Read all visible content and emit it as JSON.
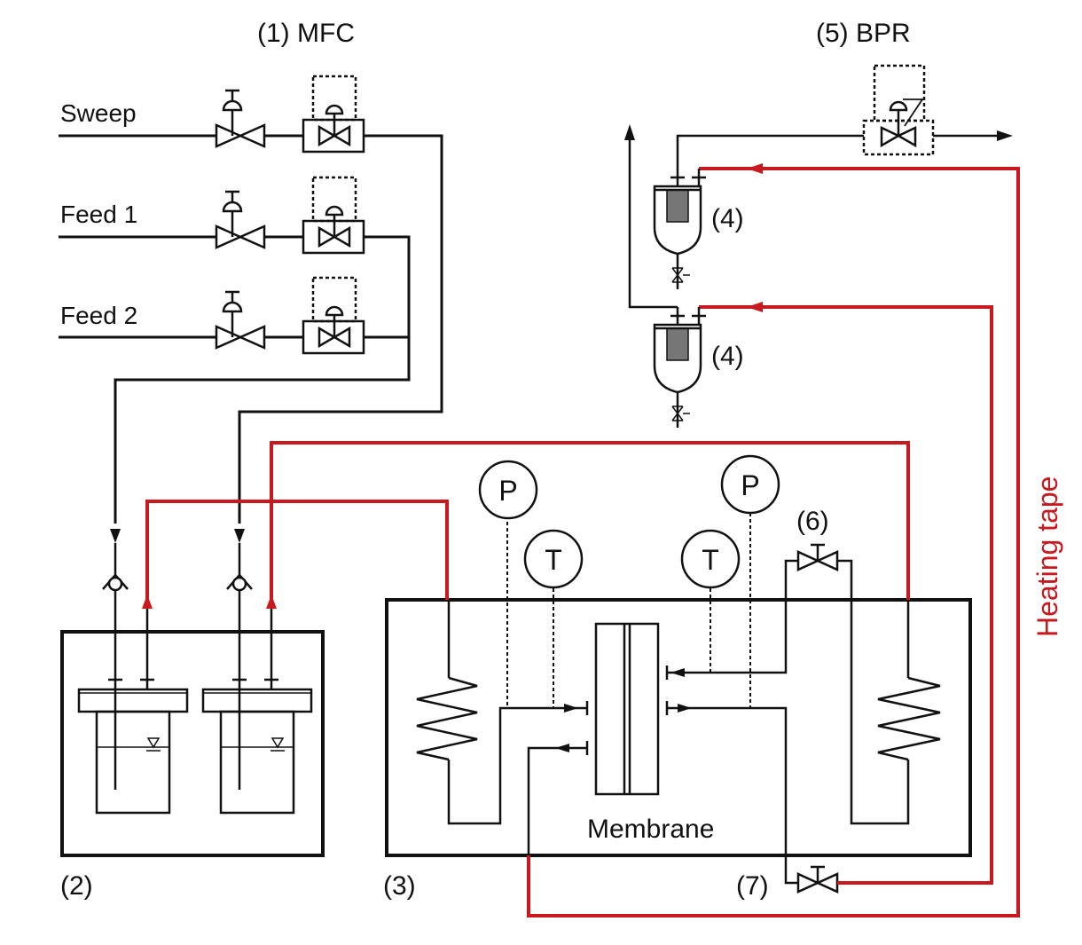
{
  "labels": {
    "mfc": "(1) MFC",
    "bpr": "(5) BPR",
    "sweep": "Sweep",
    "feed1": "Feed 1",
    "feed2": "Feed 2",
    "condenser": "(4)",
    "saturators": "(2)",
    "oven": "(3)",
    "valve6": "(6)",
    "valve7": "(7)",
    "membrane": "Membrane",
    "heating_tape": "Heating tape",
    "pressure": "P",
    "temperature": "T"
  },
  "colors": {
    "line": "#111111",
    "heating": "#c8191e"
  }
}
